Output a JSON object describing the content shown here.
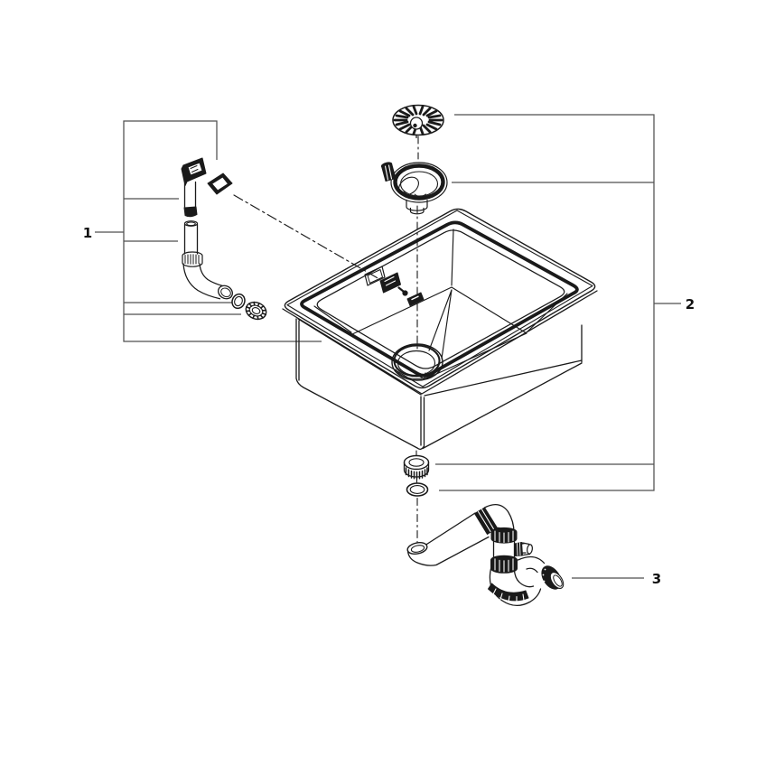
{
  "figure": {
    "background": "#ffffff",
    "ink": "#1a1a1a",
    "callout_line_color": "#4f4f4f",
    "label_color": "#111111"
  },
  "callouts": [
    {
      "number": "1",
      "target": "overflow-assembly"
    },
    {
      "number": "2",
      "target": "drain-strainer-assembly"
    },
    {
      "number": "3",
      "target": "trap-assembly"
    }
  ]
}
